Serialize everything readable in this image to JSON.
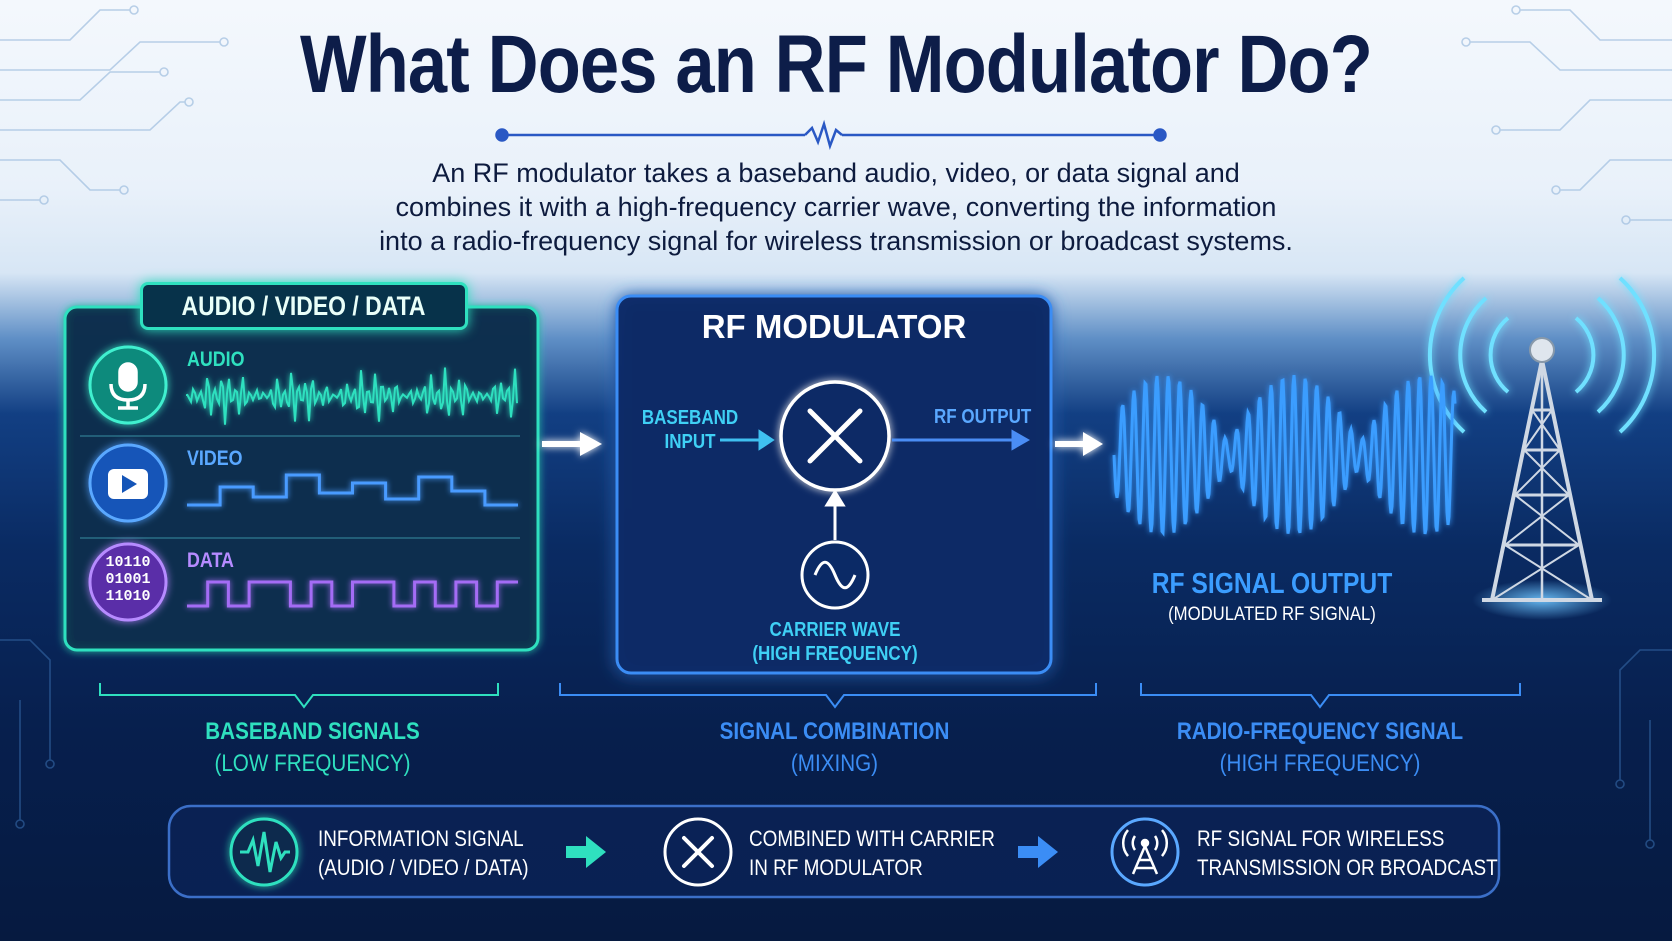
{
  "title": "What Does an RF Modulator Do?",
  "description": [
    "An RF modulator takes a baseband audio, video, or data signal and",
    "combines it with a high-frequency carrier wave, converting the information",
    "into a radio-frequency signal for wireless transmission or broadcast systems."
  ],
  "input_panel": {
    "tag": "AUDIO / VIDEO / DATA",
    "rows": [
      {
        "label": "AUDIO",
        "icon": "microphone-icon"
      },
      {
        "label": "VIDEO",
        "icon": "play-icon"
      },
      {
        "label": "DATA",
        "icon": "binary-icon",
        "binary": [
          "10110",
          "01001",
          "11010"
        ]
      }
    ]
  },
  "modulator": {
    "title": "RF MODULATOR",
    "input_label": [
      "BASEBAND",
      "INPUT"
    ],
    "output_label": "RF OUTPUT",
    "carrier_label": [
      "CARRIER WAVE",
      "(HIGH FREQUENCY)"
    ]
  },
  "output": {
    "title": "RF SIGNAL OUTPUT",
    "subtitle": "(MODULATED RF SIGNAL)"
  },
  "stages": [
    {
      "label": "BASEBAND SIGNALS",
      "sub": "(LOW FREQUENCY)"
    },
    {
      "label": "SIGNAL COMBINATION",
      "sub": "(MIXING)"
    },
    {
      "label": "RADIO-FREQUENCY SIGNAL",
      "sub": "(HIGH FREQUENCY)"
    }
  ],
  "summary": [
    {
      "line1": "INFORMATION SIGNAL",
      "line2": "(AUDIO / VIDEO / DATA)",
      "icon": "waveform-icon"
    },
    {
      "line1": "COMBINED WITH CARRIER",
      "line2": "IN RF MODULATOR",
      "icon": "mixer-icon"
    },
    {
      "line1": "RF SIGNAL FOR WIRELESS",
      "line2": "TRANSMISSION OR BROADCAST",
      "icon": "antenna-icon"
    }
  ],
  "colors": {
    "teal": "#2fe0bf",
    "blue": "#3b8df5",
    "purple": "#a46cf5",
    "navy": "#0d1d49"
  }
}
